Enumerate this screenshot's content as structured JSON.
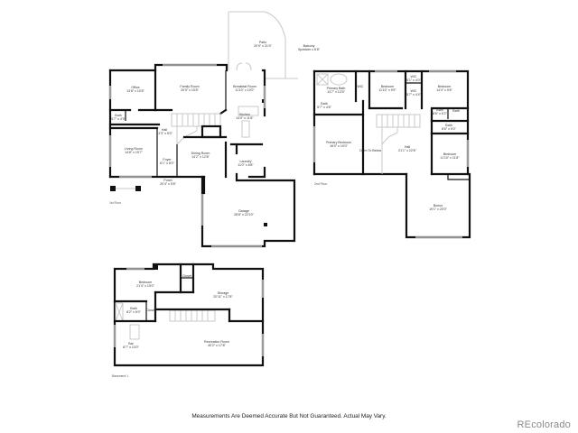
{
  "document": {
    "type": "Floor plan",
    "disclaimer": "Measurements Are Deemed Accurate But Not Guaranteed. Actual May Vary.",
    "brand": "REcolorado"
  },
  "floors": {
    "first": {
      "name": "1st Floor",
      "rooms": [
        {
          "name": "Office",
          "dims": "13'8\" x 10'6\""
        },
        {
          "name": "Family Room",
          "dims": "20'9\" x 15'8\""
        },
        {
          "name": "Breakfast Room",
          "dims": "11'10\" x 10'0\""
        },
        {
          "name": "Bath",
          "dims": "5'7\" x 4'9\""
        },
        {
          "name": "Hall",
          "dims": "13'3\" x 5'0\""
        },
        {
          "name": "Kitchen",
          "dims": "14'0\" x 11'8\""
        },
        {
          "name": "Living Room",
          "dims": "14'8\" x 15'7\""
        },
        {
          "name": "Foyer",
          "dims": "6'1\" x 8'0\""
        },
        {
          "name": "Dining Room",
          "dims": "14'2\" x 12'8\""
        },
        {
          "name": "Laundry",
          "dims": "11'0\" x 6'8\""
        },
        {
          "name": "Porch",
          "dims": "20'4\" x 5'8\""
        },
        {
          "name": "Patio",
          "dims": "20'9\" x 21'0\""
        },
        {
          "name": "Balcony",
          "dims": "Sprinkler x 6'8\""
        },
        {
          "name": "Garage",
          "dims": "28'8\" x 22'10\""
        }
      ]
    },
    "second": {
      "name": "2nd Floor",
      "rooms": [
        {
          "name": "Primary Bath",
          "dims": "14'7\" x 13'5\""
        },
        {
          "name": "WIC",
          "dims": "8'0\" x 6'0\""
        },
        {
          "name": "Bath",
          "dims": "5'7\" x 4'8\""
        },
        {
          "name": "Bedroom",
          "dims": "11'10\" x 9'9\""
        },
        {
          "name": "WIC",
          "dims": "5'1\" x 4'0\""
        },
        {
          "name": "WIC",
          "dims": "5'7\" x 4'4\""
        },
        {
          "name": "Bedroom",
          "dims": "14'4\" x 9'6\""
        },
        {
          "name": "Bath",
          "dims": "8'6\" x 5'2\""
        },
        {
          "name": "Bath",
          "dims": "5'2\" x 4'2\""
        },
        {
          "name": "Bath",
          "dims": "8'6\" x 5'0\""
        },
        {
          "name": "Primary Bedroom",
          "dims": "16'0\" x 19'0\""
        },
        {
          "name": "Open To Below",
          "dims": ""
        },
        {
          "name": "Hall",
          "dims": "21'1\" x 22'8\""
        },
        {
          "name": "Bedroom",
          "dims": "11'10\" x 11'8\""
        },
        {
          "name": "Bonus",
          "dims": "19'1\" x 20'0\""
        }
      ]
    },
    "basement": {
      "name": "Basement 1",
      "rooms": [
        {
          "name": "Bedroom",
          "dims": "21'4\" x 15'0\""
        },
        {
          "name": "Closet",
          "dims": "4'1\" x 8'8\""
        },
        {
          "name": "Storage",
          "dims": "20'11\" x 17'8\""
        },
        {
          "name": "Bath",
          "dims": "8'2\" x 6'0\""
        },
        {
          "name": "Closet",
          "dims": "2'6\" x 5'6\""
        },
        {
          "name": "Bar",
          "dims": "8'7\" x 13'0\""
        },
        {
          "name": "Recreation Room",
          "dims": "40'2\" x 17'8\""
        }
      ]
    }
  }
}
